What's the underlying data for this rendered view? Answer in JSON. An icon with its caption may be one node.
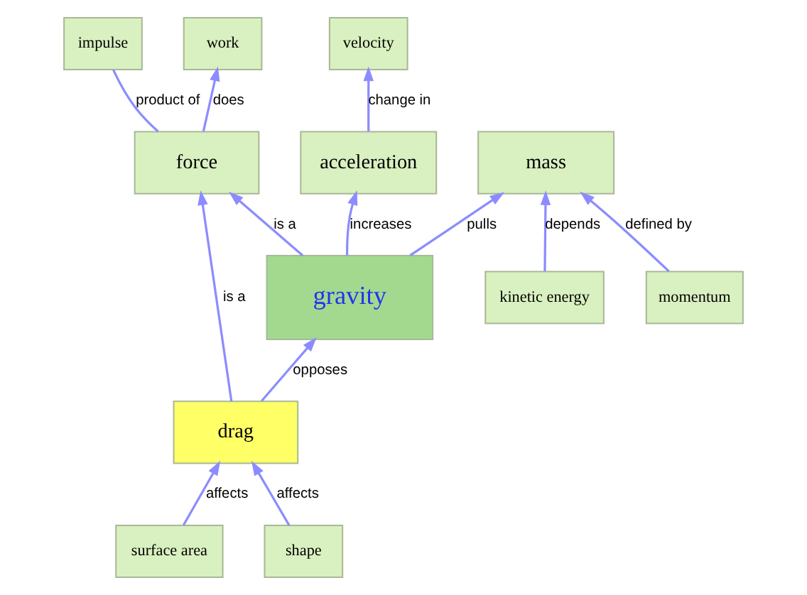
{
  "diagram": {
    "nodes": [
      {
        "text": [
          "velocity"
        ]
      },
      {
        "text": [
          "impulse"
        ]
      },
      {
        "text": [
          "kinetic energy"
        ]
      },
      {
        "text": [
          "force"
        ]
      },
      {
        "text": [
          "work"
        ]
      },
      {
        "text": [
          "acceleration"
        ]
      },
      {
        "text": [
          "momentum"
        ]
      },
      {
        "text": [
          "gravity"
        ]
      },
      {
        "text": [
          "drag"
        ]
      },
      {
        "text": [
          "mass"
        ]
      },
      {
        "text": [
          "surface area"
        ]
      },
      {
        "text": [
          "shape"
        ]
      }
    ],
    "edges": [
      {
        "from": 5,
        "to": 0,
        "arrow": "to",
        "label": "change in"
      },
      {
        "from": 3,
        "to": 1,
        "arrow": "none",
        "label": "product of"
      },
      {
        "from": 3,
        "to": 4,
        "arrow": "to",
        "label": "does"
      },
      {
        "from": 7,
        "to": 5,
        "arrow": "to",
        "label": "increases"
      },
      {
        "from": 7,
        "to": 3,
        "arrow": "to",
        "label": "is a"
      },
      {
        "from": 8,
        "to": 3,
        "arrow": "to",
        "label": "is a"
      },
      {
        "from": 2,
        "to": 9,
        "arrow": "to",
        "label": "depends"
      },
      {
        "from": 6,
        "to": 9,
        "arrow": "to",
        "label": "defined by"
      },
      {
        "from": 7,
        "to": 9,
        "arrow": "to",
        "label": "pulls"
      },
      {
        "from": 8,
        "to": 7,
        "arrow": "to",
        "label": "opposes"
      },
      {
        "from": 10,
        "to": 8,
        "arrow": "to",
        "label": "affects"
      },
      {
        "from": 11,
        "to": 8,
        "arrow": "to",
        "label": "affects"
      }
    ]
  }
}
